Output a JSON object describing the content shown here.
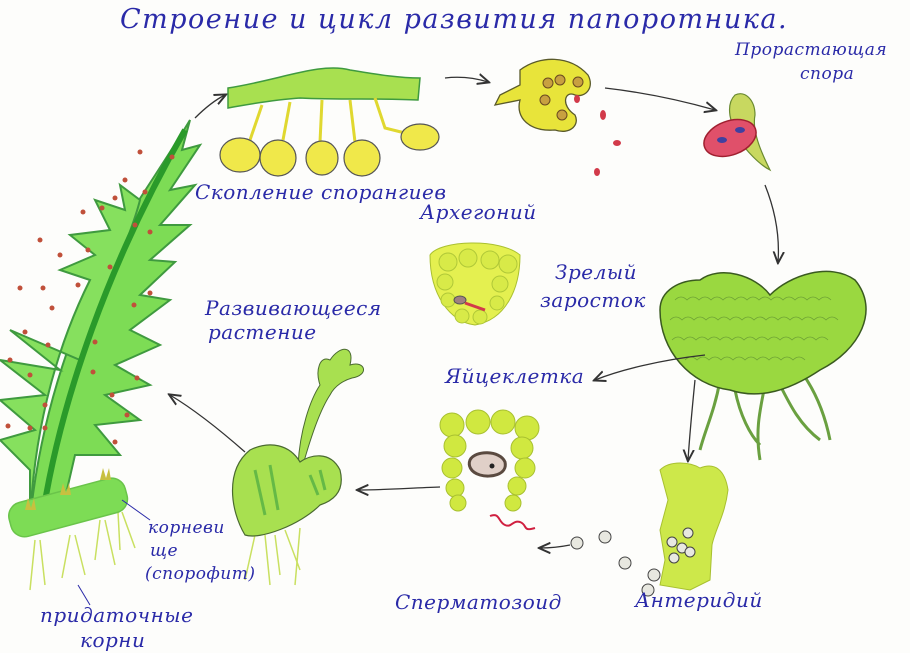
{
  "title": "Строение и цикл развития папоротника.",
  "labels": {
    "sporangia_cluster": "Скопление спорангиев",
    "germinating_spore_1": "Прорастающая",
    "germinating_spore_2": "спора",
    "archegonium": "Архегоний",
    "mature_prothallus_1": "Зрелый",
    "mature_prothallus_2": "заросток",
    "developing_plant_1": "Развивающееся",
    "developing_plant_2": "растение",
    "egg_cell": "Яйцеклетка",
    "rhizome_1": "корневи",
    "rhizome_2": "ще",
    "rhizome_3": "(спорофит)",
    "adventitious_roots_1": "придаточные",
    "adventitious_roots_2": "корни",
    "spermatozoid": "Сперматозоид",
    "antheridium": "Антеридий"
  },
  "colors": {
    "ink": "#2a2aa8",
    "leaf_green": "#6fd64a",
    "leaf_dark": "#2f9a2a",
    "yellow_green": "#cfe84a",
    "yellow": "#e8e43a",
    "spore_red": "#d23a4a",
    "sorus_dots": "#c0503a",
    "arrow": "#333333"
  }
}
